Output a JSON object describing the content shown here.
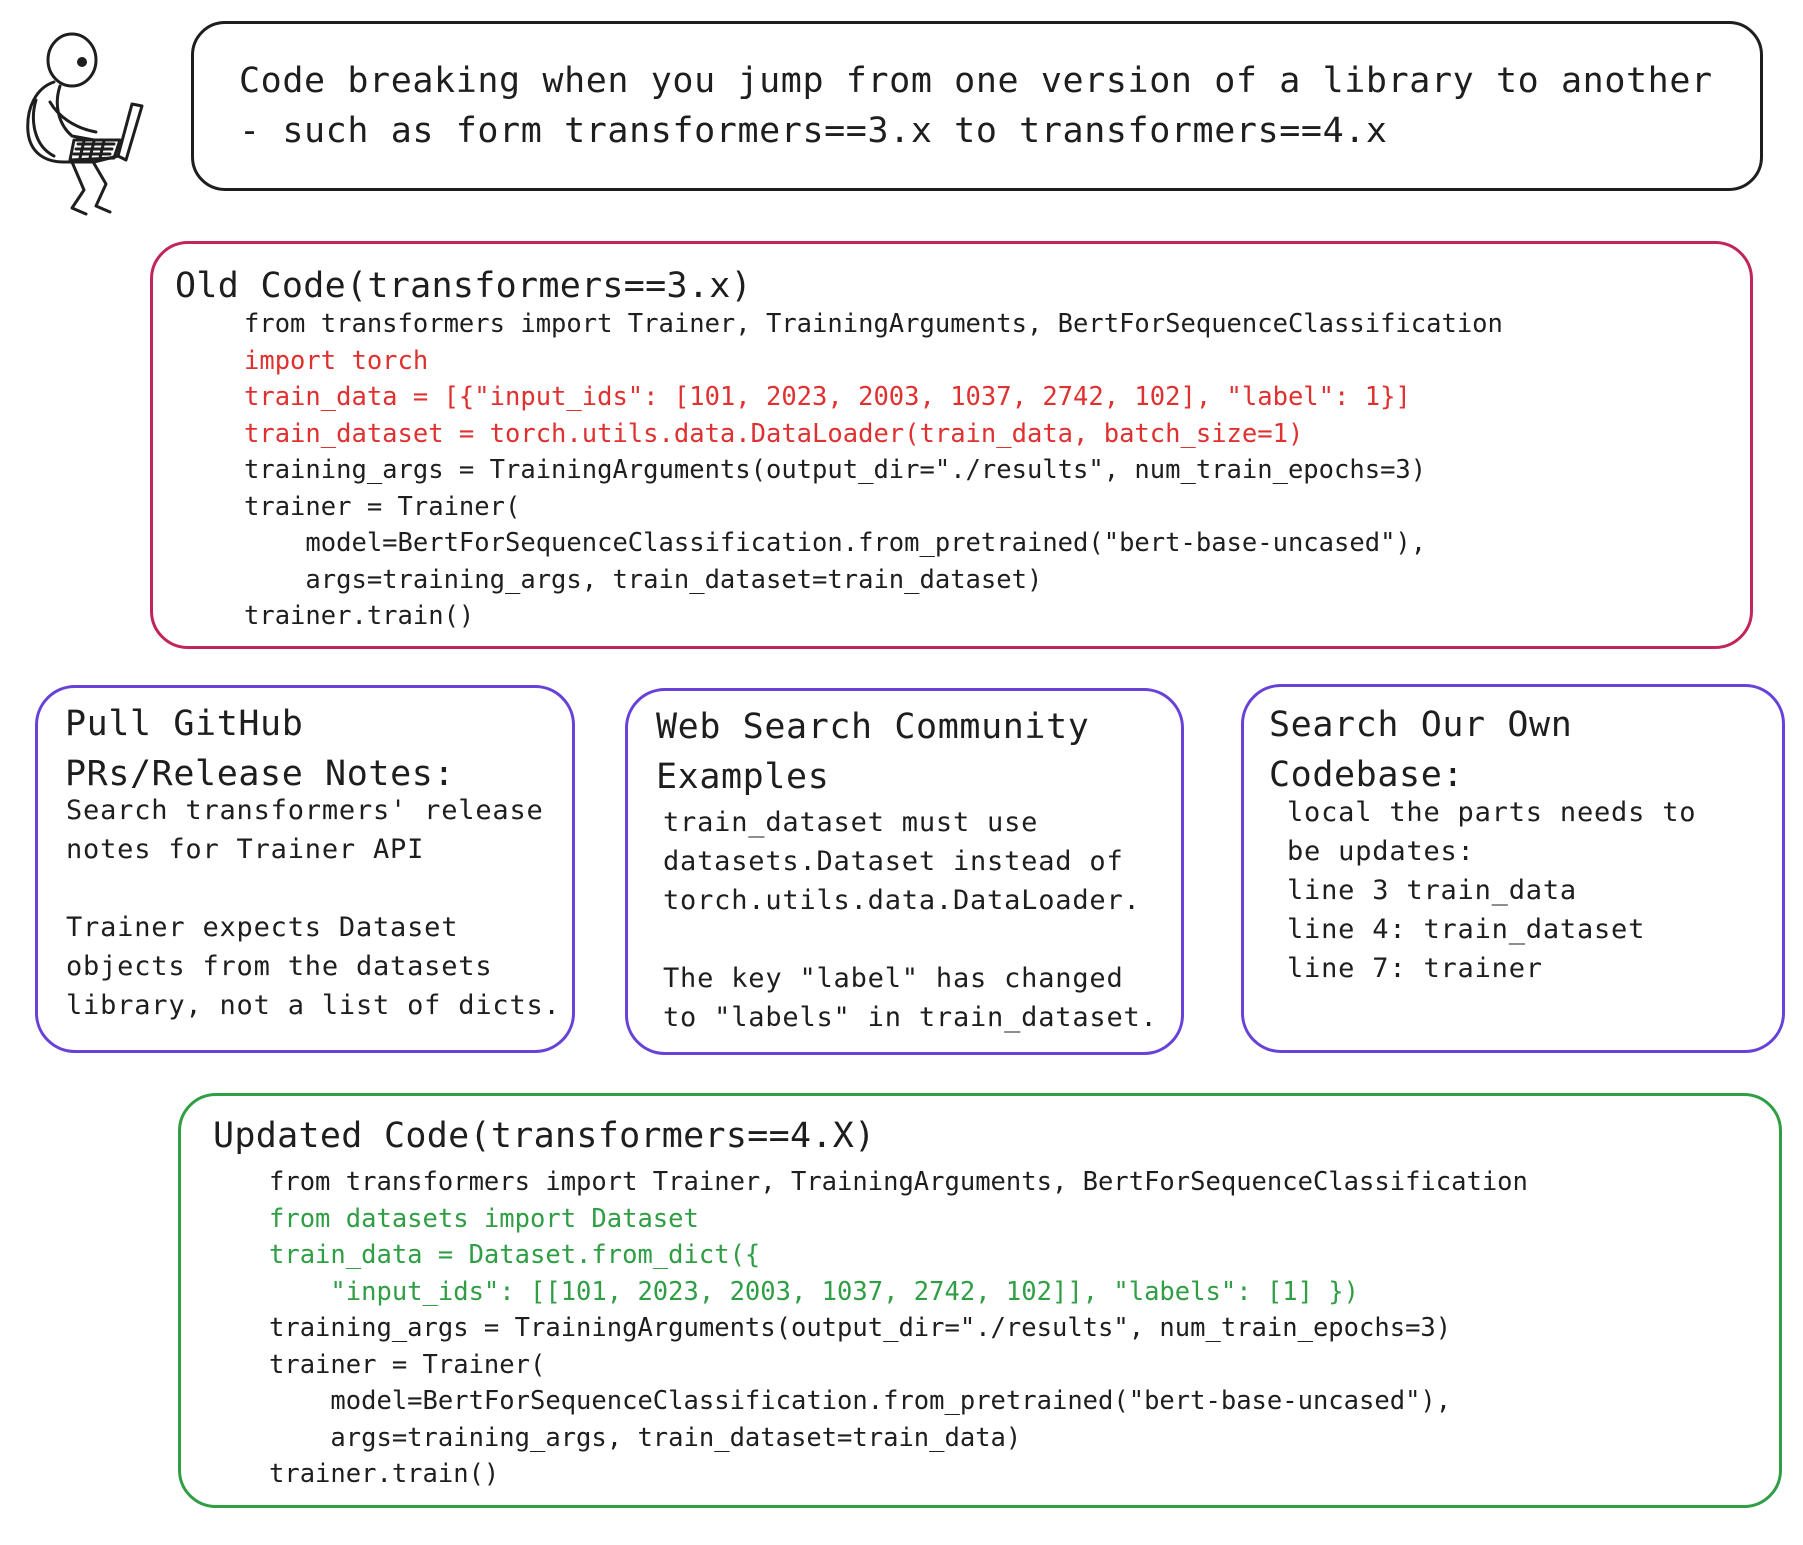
{
  "header": {
    "lines": [
      "Code breaking when you jump from one version of a library to another",
      "- such as form transformers==3.x to transformers==4.x"
    ]
  },
  "old_code": {
    "title": "Old Code(transformers==3.x)",
    "lines": [
      {
        "text": "from transformers import Trainer, TrainingArguments, BertForSequenceClassification",
        "changed": false
      },
      {
        "text": "import torch",
        "changed": true
      },
      {
        "text": "train_data = [{\"input_ids\": [101, 2023, 2003, 1037, 2742, 102], \"label\": 1}]",
        "changed": true
      },
      {
        "text": "train_dataset = torch.utils.data.DataLoader(train_data, batch_size=1)",
        "changed": true
      },
      {
        "text": "training_args = TrainingArguments(output_dir=\"./results\", num_train_epochs=3)",
        "changed": false
      },
      {
        "text": "trainer = Trainer(",
        "changed": false
      },
      {
        "text": "    model=BertForSequenceClassification.from_pretrained(\"bert-base-uncased\"),",
        "changed": false
      },
      {
        "text": "    args=training_args, train_dataset=train_dataset)",
        "changed": false
      },
      {
        "text": "trainer.train()",
        "changed": false
      }
    ],
    "highlight_color": "#e03131",
    "border_color": "#c2255c"
  },
  "steps": [
    {
      "title_lines": [
        "Pull GitHub",
        "PRs/Release Notes:"
      ],
      "body_lines": [
        "Search transformers' release",
        "notes for Trainer API",
        "",
        "Trainer expects Dataset",
        "objects from the datasets",
        "library, not a list of dicts."
      ]
    },
    {
      "title_lines": [
        "Web Search Community",
        "Examples"
      ],
      "body_lines": [
        "train_dataset must use",
        "datasets.Dataset instead of",
        "torch.utils.data.DataLoader.",
        "",
        "The key \"label\" has changed",
        "to \"labels\" in train_dataset."
      ]
    },
    {
      "title_lines": [
        "Search Our Own",
        "Codebase:"
      ],
      "body_lines": [
        "local the parts needs to",
        "be updates:",
        "line 3 train_data",
        "line 4: train_dataset",
        "line 7: trainer"
      ]
    }
  ],
  "step_border_color": "#6741d9",
  "updated_code": {
    "title": "Updated Code(transformers==4.X)",
    "lines": [
      {
        "text": "from transformers import Trainer, TrainingArguments, BertForSequenceClassification",
        "changed": false
      },
      {
        "text": "from datasets import Dataset",
        "changed": true
      },
      {
        "text": "train_data = Dataset.from_dict({",
        "changed": true
      },
      {
        "text": "    \"input_ids\": [[101, 2023, 2003, 1037, 2742, 102]], \"labels\": [1] })",
        "changed": true
      },
      {
        "text": "training_args = TrainingArguments(output_dir=\"./results\", num_train_epochs=3)",
        "changed": false
      },
      {
        "text": "trainer = Trainer(",
        "changed": false
      },
      {
        "text": "    model=BertForSequenceClassification.from_pretrained(\"bert-base-uncased\"),",
        "changed": false
      },
      {
        "text": "    args=training_args, train_dataset=train_data)",
        "changed": false
      },
      {
        "text": "trainer.train()",
        "changed": false
      }
    ],
    "highlight_color": "#2f9e44",
    "border_color": "#2f9e44"
  },
  "illustration": "person-with-laptop-icon"
}
